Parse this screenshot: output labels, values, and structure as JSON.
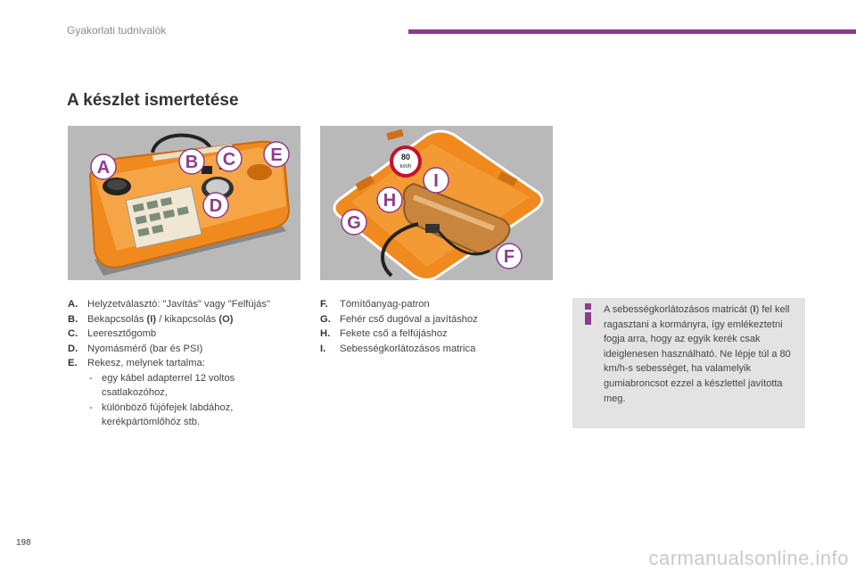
{
  "header": {
    "section": "Gyakorlati tudnivalók",
    "accent_color": "#8e3c8a"
  },
  "title": "A készlet ismertetése",
  "figure1": {
    "labels": [
      "A",
      "B",
      "C",
      "D",
      "E"
    ]
  },
  "figure2": {
    "labels": [
      "F",
      "G",
      "H",
      "I"
    ],
    "sticker_top": "80",
    "sticker_bottom": "km/h"
  },
  "list_left": {
    "items": [
      {
        "key": "A.",
        "text": "Helyzetválasztó: \"Javítás\" vagy \"Felfújás\""
      },
      {
        "key": "B.",
        "pre": "Bekapcsolás ",
        "bold1": "(I)",
        "mid": " / kikapcsolás ",
        "bold2": "(O)"
      },
      {
        "key": "C.",
        "text": "Leeresztőgomb"
      },
      {
        "key": "D.",
        "text": "Nyomásmérő (bar és PSI)"
      },
      {
        "key": "E.",
        "text": "Rekesz, melynek tartalma:"
      }
    ],
    "subitems": [
      {
        "dash": "-",
        "text": "egy kábel adapterrel 12 voltos csatlakozóhoz,"
      },
      {
        "dash": "-",
        "text": "különböző fújófejek labdához, kerékpártömlőhöz stb."
      }
    ]
  },
  "list_right": {
    "items": [
      {
        "key": "F.",
        "text": "Tömítőanyag-patron"
      },
      {
        "key": "G.",
        "text": "Fehér cső dugóval a javításhoz"
      },
      {
        "key": "H.",
        "text": "Fekete cső a felfújáshoz"
      },
      {
        "key": "I.",
        "text": "Sebességkorlátozásos matrica"
      }
    ]
  },
  "info": {
    "icon": "info-icon",
    "pre": "A sebességkorlátozásos matricát (",
    "bold": "I",
    "post": ") fel kell ragasztani a kormányra, így emlékeztetni fogja arra, hogy az egyik kerék csak ideiglenesen használható. Ne lépje túl a 80 km/h-s sebességet, ha valamelyik gumiabroncsot ezzel a készlettel javította meg."
  },
  "page_number": "198",
  "watermark": "carmanualsonline.info"
}
